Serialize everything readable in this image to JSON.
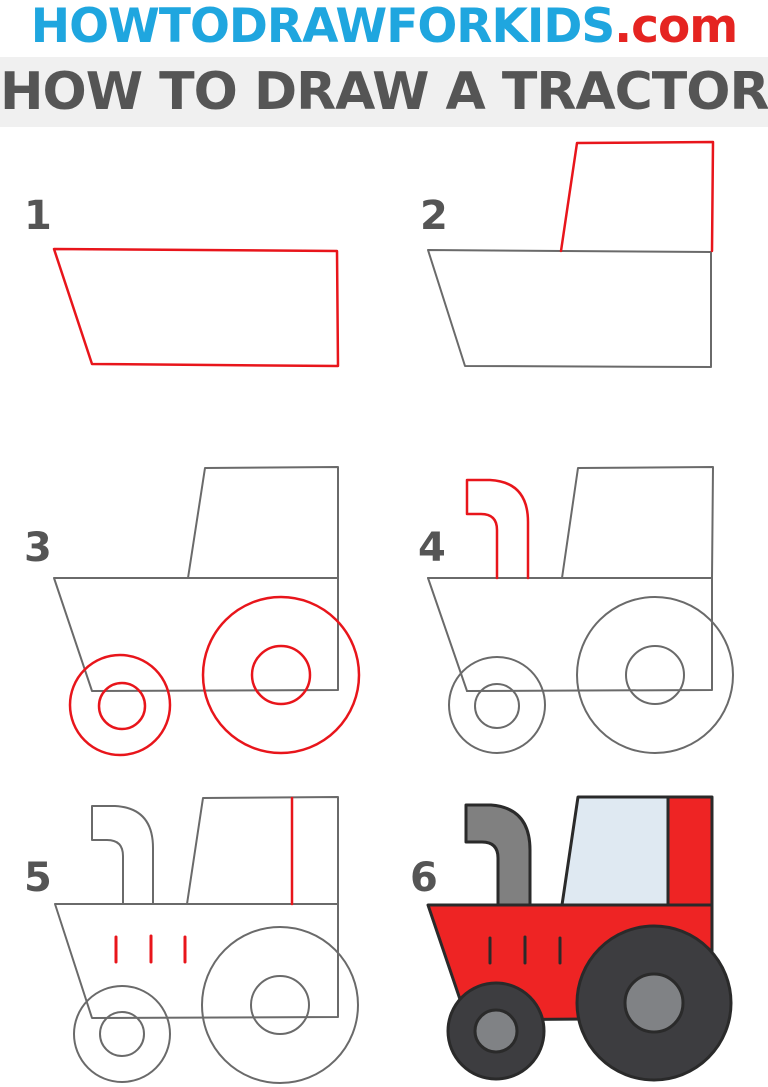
{
  "header": {
    "site_brand": "HOWTODRAWFORKIDS",
    "site_tld": ".com",
    "title": "HOW TO DRAW A TRACTOR"
  },
  "steps": [
    {
      "number": "1"
    },
    {
      "number": "2"
    },
    {
      "number": "3"
    },
    {
      "number": "4"
    },
    {
      "number": "5"
    },
    {
      "number": "6"
    }
  ],
  "colors": {
    "brand_blue": "#1fa6df",
    "brand_red": "#e52421",
    "new_stroke": "#e8151b",
    "old_stroke": "#6a6a6a",
    "tractor_body": "#ee2424",
    "tractor_window": "#dfe9f2",
    "tractor_pipe": "#808080",
    "tire": "#3d3d40",
    "hub": "#808285"
  }
}
